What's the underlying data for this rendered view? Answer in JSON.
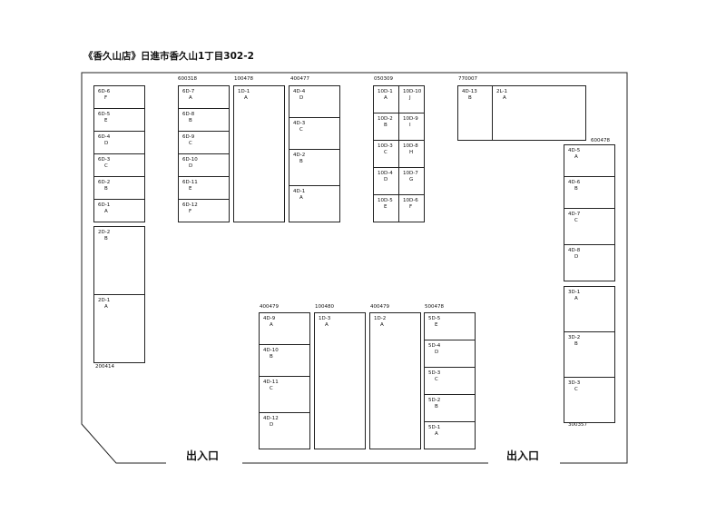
{
  "title": "《香久山店》日進市香久山1丁目302-2",
  "entrance_label": "出入口",
  "codes": {
    "c600318": "600318",
    "c100478": "100478",
    "c400477": "400477",
    "c050309": "050309",
    "c770007": "770007",
    "c600478": "600478",
    "c200414": "200414",
    "c400479a": "400479",
    "c100480": "100480",
    "c400479b": "400479",
    "c500478": "500478",
    "c300357": "300357"
  },
  "units": {
    "u6D6": {
      "name": "6D-6",
      "sub": "F"
    },
    "u6D5": {
      "name": "6D-5",
      "sub": "E"
    },
    "u6D4": {
      "name": "6D-4",
      "sub": "D"
    },
    "u6D3": {
      "name": "6D-3",
      "sub": "C"
    },
    "u6D2": {
      "name": "6D-2",
      "sub": "B"
    },
    "u6D1": {
      "name": "6D-1",
      "sub": "A"
    },
    "u2D2": {
      "name": "2D-2",
      "sub": "B"
    },
    "u2D1": {
      "name": "2D-1",
      "sub": "A"
    },
    "u6D7": {
      "name": "6D-7",
      "sub": "A"
    },
    "u6D8": {
      "name": "6D-8",
      "sub": "B"
    },
    "u6D9": {
      "name": "6D-9",
      "sub": "C"
    },
    "u6D10": {
      "name": "6D-10",
      "sub": "D"
    },
    "u6D11": {
      "name": "6D-11",
      "sub": "E"
    },
    "u6D12": {
      "name": "6D-12",
      "sub": "F"
    },
    "u1D1": {
      "name": "1D-1",
      "sub": "A"
    },
    "u4D4": {
      "name": "4D-4",
      "sub": "D"
    },
    "u4D3": {
      "name": "4D-3",
      "sub": "C"
    },
    "u4D2": {
      "name": "4D-2",
      "sub": "B"
    },
    "u4D1": {
      "name": "4D-1",
      "sub": "A"
    },
    "u10D1": {
      "name": "10D-1",
      "sub": "A"
    },
    "u10D2": {
      "name": "10D-2",
      "sub": "B"
    },
    "u10D3": {
      "name": "10D-3",
      "sub": "C"
    },
    "u10D4": {
      "name": "10D-4",
      "sub": "D"
    },
    "u10D5": {
      "name": "10D-5",
      "sub": "E"
    },
    "u10D10": {
      "name": "10D-10",
      "sub": "J"
    },
    "u10D9": {
      "name": "10D-9",
      "sub": "I"
    },
    "u10D8": {
      "name": "10D-8",
      "sub": "H"
    },
    "u10D7": {
      "name": "10D-7",
      "sub": "G"
    },
    "u10D6": {
      "name": "10D-6",
      "sub": "F"
    },
    "u4D13": {
      "name": "4D-13",
      "sub": "B"
    },
    "u2L1": {
      "name": "2L-1",
      "sub": "A"
    },
    "u4D5": {
      "name": "4D-5",
      "sub": "A"
    },
    "u4D6": {
      "name": "4D-6",
      "sub": "B"
    },
    "u4D7": {
      "name": "4D-7",
      "sub": "C"
    },
    "u4D8": {
      "name": "4D-8",
      "sub": "D"
    },
    "u3D1": {
      "name": "3D-1",
      "sub": "A"
    },
    "u3D2": {
      "name": "3D-2",
      "sub": "B"
    },
    "u3D3": {
      "name": "3D-3",
      "sub": "C"
    },
    "u4D9": {
      "name": "4D-9",
      "sub": "A"
    },
    "u4D10": {
      "name": "4D-10",
      "sub": "B"
    },
    "u4D11": {
      "name": "4D-11",
      "sub": "C"
    },
    "u4D12": {
      "name": "4D-12",
      "sub": "D"
    },
    "u1D3": {
      "name": "1D-3",
      "sub": "A"
    },
    "u1D2": {
      "name": "1D-2",
      "sub": "A"
    },
    "u5D5": {
      "name": "5D-5",
      "sub": "E"
    },
    "u5D4": {
      "name": "5D-4",
      "sub": "D"
    },
    "u5D3": {
      "name": "5D-3",
      "sub": "C"
    },
    "u5D2": {
      "name": "5D-2",
      "sub": "B"
    },
    "u5D1": {
      "name": "5D-1",
      "sub": "A"
    }
  }
}
